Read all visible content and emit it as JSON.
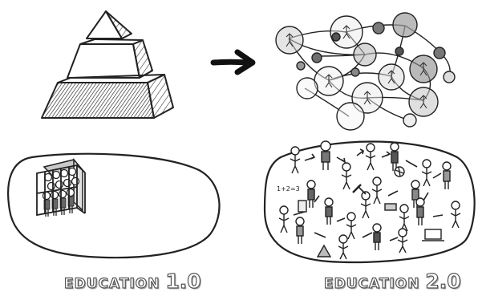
{
  "left_caption": {
    "word": "EDUCATION",
    "version": "1.0"
  },
  "right_caption": {
    "word": "EDUCATION",
    "version": "2.0"
  },
  "colors": {
    "ink": "#222222",
    "shade": "#9a9a9a",
    "background": "#ffffff"
  },
  "icons": [
    "pyramid-icon",
    "arrow-right-icon",
    "network-icon",
    "boxed-crowd-icon",
    "free-people-icon"
  ]
}
